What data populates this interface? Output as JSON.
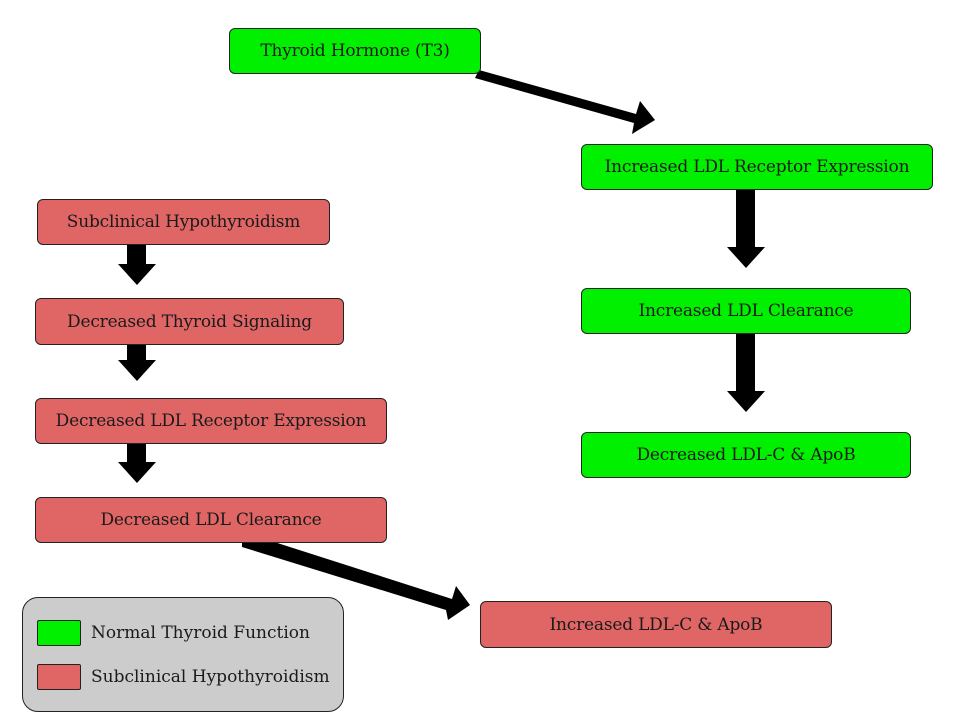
{
  "colors": {
    "normal": "#00f000",
    "hypo": "#e06666",
    "arrow": "#000000",
    "legend_bg": "#cccccc"
  },
  "normal_pathway": {
    "hormone": "Thyroid Hormone (T3)",
    "receptor": "Increased LDL Receptor Expression",
    "clearance": "Increased LDL Clearance",
    "outcome": "Decreased LDL-C & ApoB"
  },
  "hypo_pathway": {
    "condition": "Subclinical Hypothyroidism",
    "signaling": "Decreased Thyroid Signaling",
    "receptor": "Decreased LDL Receptor Expression",
    "clearance": "Decreased LDL Clearance",
    "outcome": "Increased LDL-C & ApoB"
  },
  "legend": {
    "normal_label": "Normal Thyroid Function",
    "hypo_label": "Subclinical Hypothyroidism"
  }
}
